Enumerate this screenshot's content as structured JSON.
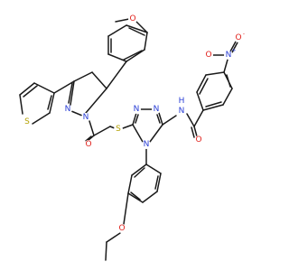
{
  "colors": {
    "bond": "#1a1a1a",
    "N": "#2b3fd6",
    "O": "#e0201b",
    "S": "#b3a000",
    "H": "#2b3fd6",
    "background": "#ffffff"
  },
  "atom_labels": [
    "O",
    "N",
    "N",
    "S",
    "O",
    "S",
    "N",
    "N",
    "N",
    "N",
    "H",
    "O",
    "N",
    "+",
    "O",
    "-",
    "O",
    "O"
  ]
}
